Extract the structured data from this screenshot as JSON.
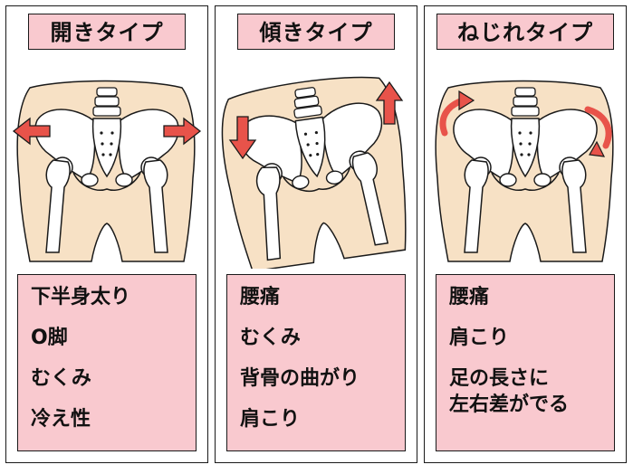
{
  "colors": {
    "pink": "#f9c9cf",
    "skin": "#f7e1c5",
    "arrow": "#e8534a",
    "outline": "#1a1a1a",
    "bone": "#ffffff"
  },
  "icons": [
    "pelvis-illustration",
    "arrow-outward-icon",
    "arrow-up-icon",
    "arrow-down-icon",
    "curved-arrow-icon"
  ],
  "panels": [
    {
      "title": "開きタイプ",
      "symptoms": [
        "下半身太り",
        "O脚",
        "むくみ",
        "冷え性"
      ]
    },
    {
      "title": "傾きタイプ",
      "symptoms": [
        "腰痛",
        "むくみ",
        "背骨の曲がり",
        "肩こり"
      ]
    },
    {
      "title": "ねじれタイプ",
      "symptoms": [
        "腰痛",
        "肩こり",
        "足の長さに\n左右差がでる"
      ]
    }
  ]
}
